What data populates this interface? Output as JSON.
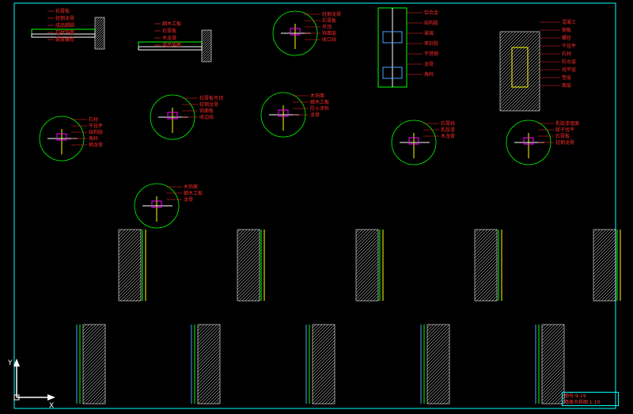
{
  "app": {
    "view": "cad-model-space",
    "background": "#000000",
    "frame_color": "#00ffff",
    "note_color": "#ff2a2a",
    "line_colors": [
      "#00ff00",
      "#ffffff",
      "#ffff00",
      "#ff00ff",
      "#4aa3ff"
    ]
  },
  "title_block": {
    "line1": "图号:9-19",
    "line2": "墙体大样图 1:10"
  },
  "ucs": {
    "x_label": "X",
    "y_label": "Y"
  },
  "details": [
    {
      "id": "d1",
      "notes": [
        "石膏板",
        "轻钢龙骨",
        "成品踢脚",
        "石材饰面",
        "膨胀螺栓"
      ]
    },
    {
      "id": "d2",
      "notes": [
        "细木工板",
        "石膏板",
        "木龙骨",
        "成品饰面"
      ]
    },
    {
      "id": "d3",
      "notes": [
        "轻钢龙骨",
        "石膏板",
        "吊顶",
        "饰面层",
        "收口线"
      ]
    },
    {
      "id": "d4",
      "notes": [
        "铝合金",
        "结构胶",
        "玻璃",
        "密封胶",
        "不锈钢",
        "龙骨",
        "角码"
      ]
    },
    {
      "id": "d5",
      "notes": [
        "混凝土",
        "钢板",
        "螺栓",
        "干挂件",
        "石材",
        "防水层",
        "找平层",
        "垫层",
        "面层"
      ]
    },
    {
      "id": "d6",
      "notes": [
        "石膏板吊顶",
        "轻钢龙骨",
        "饰面板",
        "收边线"
      ]
    },
    {
      "id": "d7",
      "notes": [
        "木饰面",
        "细木工板",
        "防火涂料",
        "龙骨"
      ]
    },
    {
      "id": "d8",
      "notes": [
        "石材",
        "干挂件",
        "结构胶",
        "角码",
        "钢龙骨"
      ]
    },
    {
      "id": "d9",
      "notes": [
        "石膏线",
        "乳胶漆",
        "木龙骨"
      ]
    },
    {
      "id": "d10",
      "notes": [
        "乳胶漆墙面",
        "腻子找平",
        "石膏板",
        "轻钢龙骨"
      ]
    },
    {
      "id": "d11",
      "notes": [
        "木饰面",
        "细木工板",
        "龙骨"
      ]
    }
  ]
}
